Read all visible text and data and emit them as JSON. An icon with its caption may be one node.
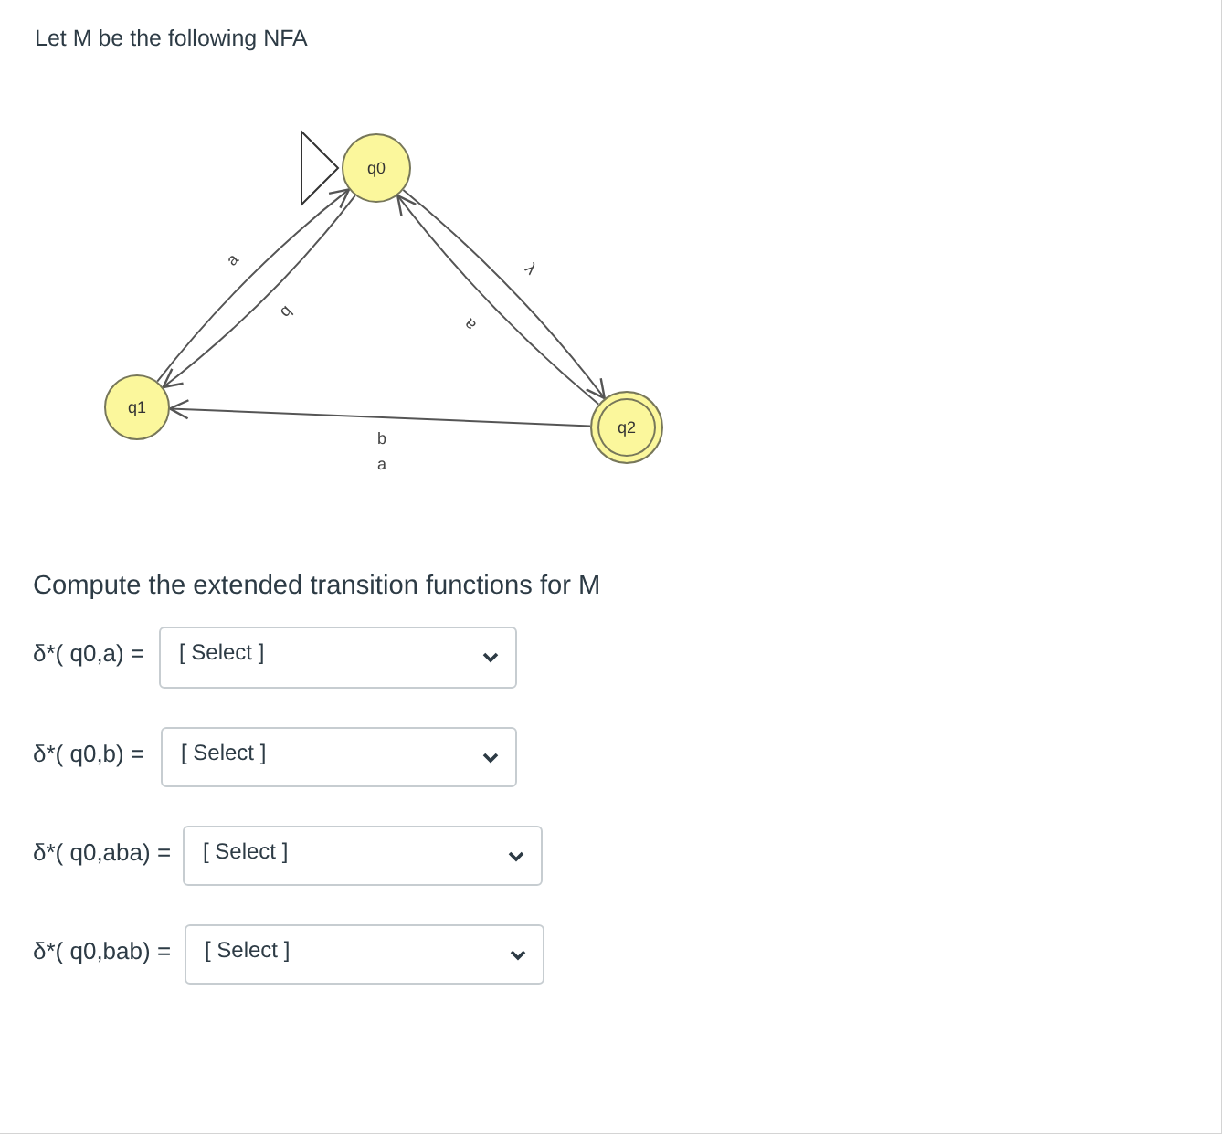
{
  "diagram": {
    "title": "Let M be the following NFA",
    "nodes": [
      {
        "text": [
          "q0"
        ]
      },
      {
        "text": [
          "q1"
        ]
      },
      {
        "text": [
          "q2"
        ]
      }
    ],
    "edges": [
      {
        "from": 1,
        "to": 0,
        "arrow": "to",
        "label": "a"
      },
      {
        "from": 0,
        "to": 1,
        "arrow": "to",
        "label": "b"
      },
      {
        "from": 0,
        "to": 2,
        "arrow": "to",
        "label": "λ"
      },
      {
        "from": 2,
        "to": 0,
        "arrow": "to",
        "label": "a"
      },
      {
        "from": 2,
        "to": 1,
        "arrow": "to",
        "label": "b a"
      }
    ],
    "labels": [
      "Compute the extended transition functions for M",
      "δ*( q0,a) =",
      "[ Select ]",
      "δ*( q0,b) =",
      "[ Select ]",
      "δ*( q0,aba) =",
      "[ Select ]",
      "δ*( q0,bab) =",
      "[ Select ]"
    ]
  }
}
